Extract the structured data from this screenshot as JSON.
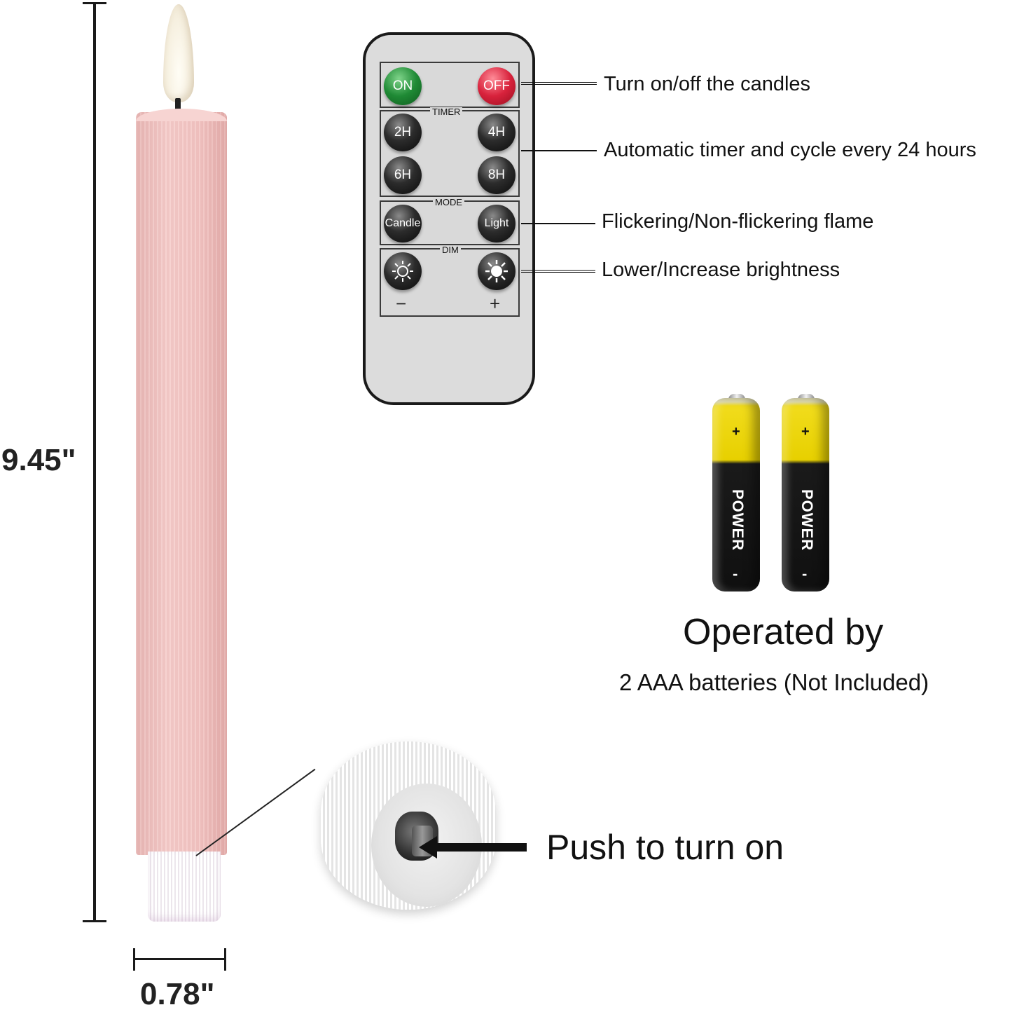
{
  "dimensions": {
    "height_label": "9.45\"",
    "width_label": "0.78\""
  },
  "remote": {
    "on_label": "ON",
    "off_label": "OFF",
    "timer_title": "TIMER",
    "timer_buttons": [
      "2H",
      "4H",
      "6H",
      "8H"
    ],
    "mode_title": "MODE",
    "mode_buttons": [
      "Candle",
      "Light"
    ],
    "dim_title": "DIM",
    "dim_minus": "−",
    "dim_plus": "+"
  },
  "callouts": {
    "power": "Turn on/off the candles",
    "timer": "Automatic timer and cycle every 24 hours",
    "mode": "Flickering/Non-flickering flame",
    "dim": "Lower/Increase brightness"
  },
  "batteries": {
    "brand": "POWER",
    "plus_symbol": "+",
    "minus_symbol": "-",
    "title": "Operated by",
    "subtitle": "2 AAA batteries (Not Included)"
  },
  "switch": {
    "label": "Push to turn on"
  },
  "colors": {
    "candle_pink": "#f3c6c4",
    "on_green": "#1f8a35",
    "off_red": "#d8223c",
    "battery_yellow": "#e7d000",
    "remote_gray": "#dcdcdc"
  }
}
